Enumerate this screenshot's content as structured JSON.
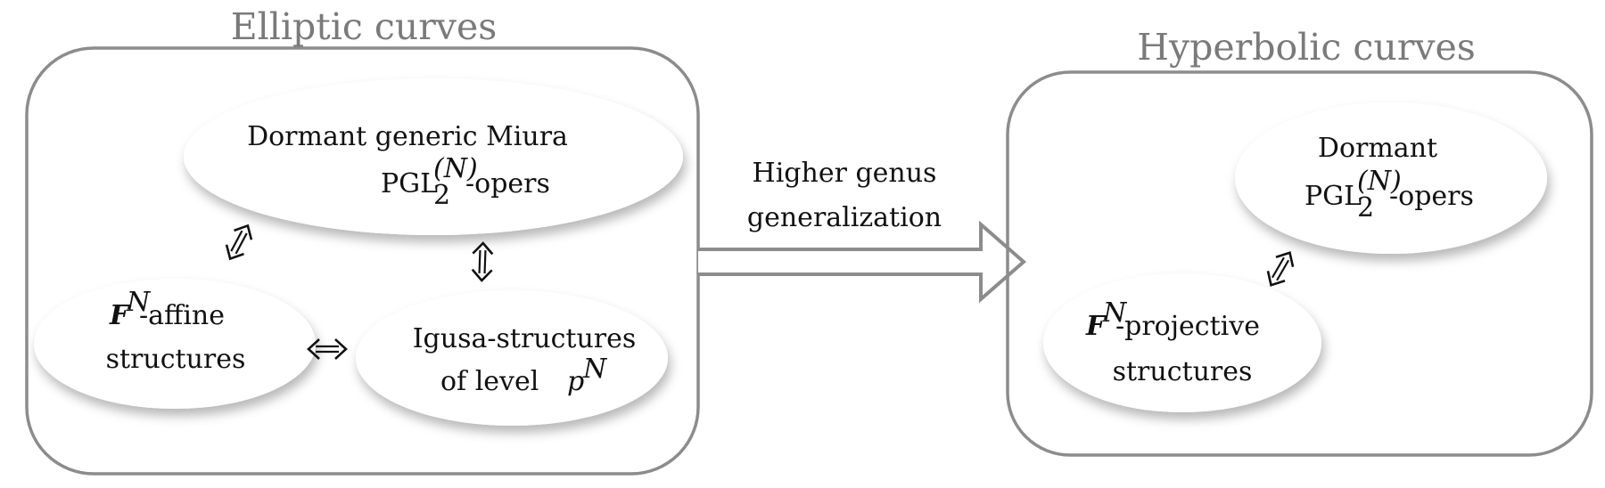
{
  "colors": {
    "frame_stroke": "#8c8c8c",
    "title_text": "#7a7a7a",
    "node_fill": "#ffffff",
    "node_text": "#111111",
    "arrow_stroke": "#8c8c8c"
  },
  "elliptic_panel": {
    "title": "Elliptic curves",
    "miura_node": {
      "line1": "Dormant generic Miura",
      "pgl_base": "PGL",
      "pgl_sub": "2",
      "pgl_sup": "(N)",
      "pgl_suffix": "-opers"
    },
    "affine_node": {
      "F": "F",
      "F_sup": "N",
      "line1_suffix": "-affine",
      "line2": "structures"
    },
    "igusa_node": {
      "line1": "Igusa-structures",
      "line2_prefix": "of level ",
      "p": "p",
      "p_sup": "N"
    }
  },
  "connector": {
    "line1": "Higher genus",
    "line2": "generalization"
  },
  "hyperbolic_panel": {
    "title": "Hyperbolic curves",
    "dormant_node": {
      "line1": "Dormant",
      "pgl_base": "PGL",
      "pgl_sub": "2",
      "pgl_sup": "(N)",
      "pgl_suffix": "-opers"
    },
    "projective_node": {
      "F": "F",
      "F_sup": "N",
      "line1_suffix": "-projective",
      "line2": "structures"
    }
  },
  "icons": {
    "equivalence": "double-headed-arrow-icon",
    "generalization": "hollow-right-arrow-icon"
  }
}
